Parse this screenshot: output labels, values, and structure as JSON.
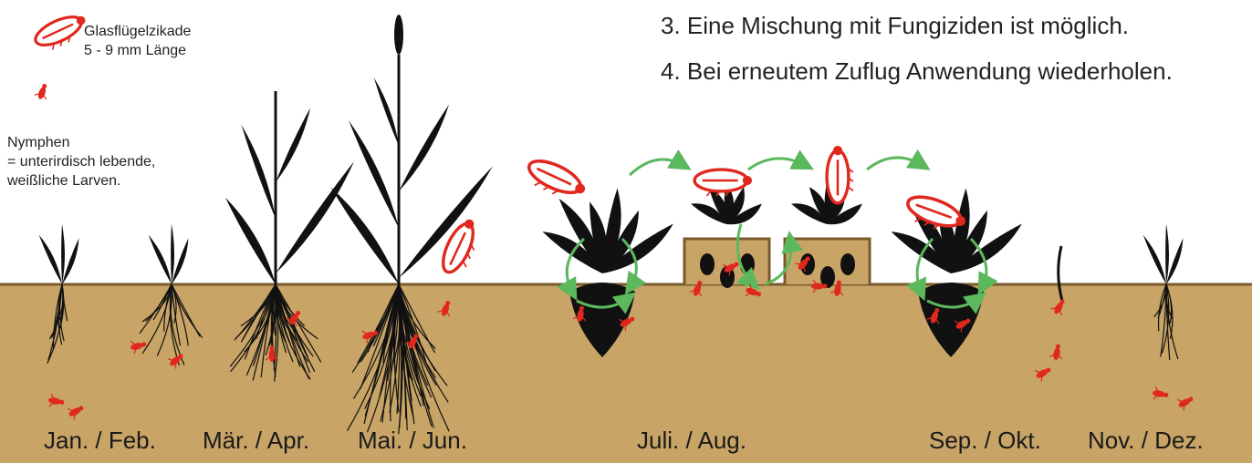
{
  "legend": {
    "adult_name": "Glasflügelzikade",
    "adult_size": "5 - 9 mm Länge",
    "nymph_lines": [
      "Nymphen",
      "= unterirdisch lebende,",
      "weißliche Larven."
    ]
  },
  "notes": [
    "3. Eine Mischung mit Fungiziden ist möglich.",
    "4. Bei erneutem Zuflug Anwendung wiederholen."
  ],
  "months": [
    "Jan. / Feb.",
    "Mär. / Apr.",
    "Mai. / Jun.",
    "Juli. / Aug.",
    "Sep. / Okt.",
    "Nov. / Dez."
  ],
  "icons": {
    "adult": "cicada-icon",
    "nymph": "nymph-icon",
    "arrow": "cycle-arrow-icon"
  },
  "colors": {
    "soil": "#c8a466",
    "soil_line": "#7a5a2c",
    "insect": "#e0281e",
    "arrow": "#5cb85c",
    "plant": "#111111"
  }
}
